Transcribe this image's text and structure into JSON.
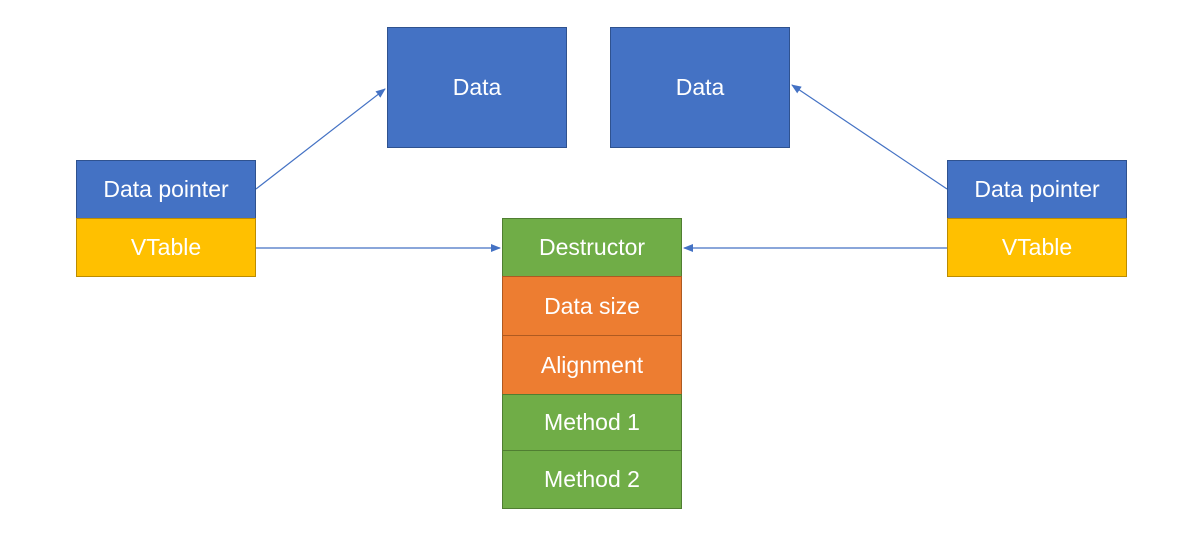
{
  "colors": {
    "blue": "#4472c4",
    "yellow": "#ffc000",
    "green": "#70ad47",
    "orange": "#ed7d31",
    "arrow": "#4472c4"
  },
  "data_boxes": {
    "left": "Data",
    "right": "Data"
  },
  "fat_pointers": {
    "left": {
      "pointer": "Data pointer",
      "vtable": "VTable"
    },
    "right": {
      "pointer": "Data pointer",
      "vtable": "VTable"
    }
  },
  "vtable": {
    "destructor": "Destructor",
    "data_size": "Data size",
    "alignment": "Alignment",
    "method_1": "Method 1",
    "method_2": "Method 2"
  }
}
